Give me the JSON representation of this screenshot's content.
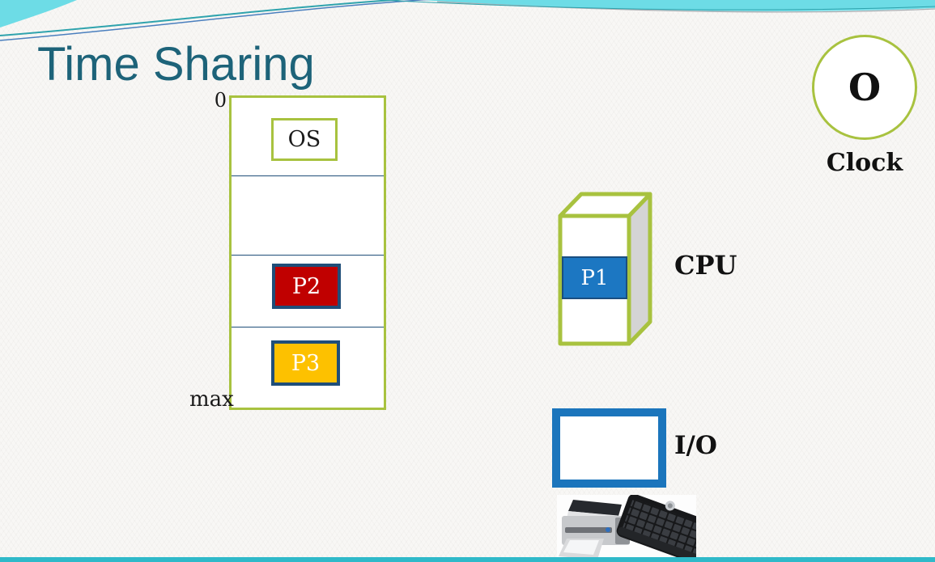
{
  "slide": {
    "title": "Time Sharing"
  },
  "memory": {
    "top_label": "0",
    "bottom_label": "max",
    "blocks": [
      {
        "label": "OS",
        "fill": "#ffffff",
        "border": "#a8c23f",
        "text_color": "#1a1a1a"
      },
      {
        "label": "P2",
        "fill": "#c00000",
        "border": "#1f4e79",
        "text_color": "#ffffff"
      },
      {
        "label": "P3",
        "fill": "#fdc100",
        "border": "#1f4e79",
        "text_color": "#ffffff"
      }
    ]
  },
  "cpu": {
    "label": "CPU",
    "process_label": "P1",
    "process_fill": "#1c77c2",
    "box_border": "#a8c23f",
    "side_fill": "#d4d4d4"
  },
  "clock": {
    "symbol": "O",
    "label": "Clock",
    "circle_border": "#a8c23f"
  },
  "io": {
    "label": "I/O",
    "box_border": "#1b75bc",
    "devices": [
      "printer",
      "keyboard"
    ]
  },
  "colors": {
    "title_text": "#1d6379",
    "accent_green": "#a8c23f",
    "navy_border": "#1f4e79",
    "decoration_cyan": "#6ddce6",
    "decoration_teal_line": "#2fa3ad",
    "bottom_bar": "#2fb9c9",
    "background": "#f8f7f5"
  }
}
